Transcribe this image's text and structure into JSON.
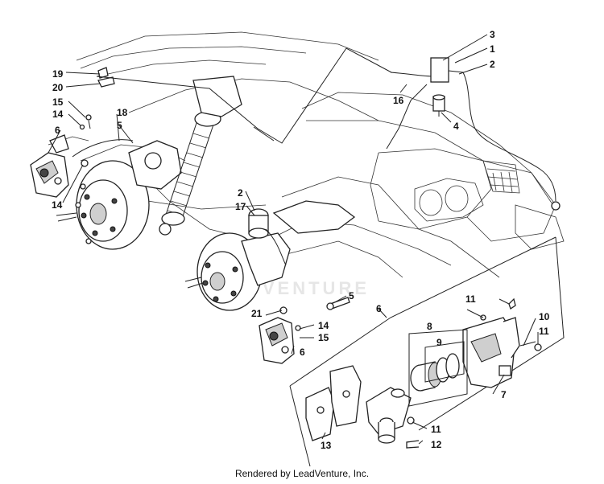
{
  "credit": "Rendered by LeadVenture, Inc.",
  "watermark": "LEADVENTURE",
  "callouts": [
    {
      "id": "c3",
      "text": "3"
    },
    {
      "id": "c1",
      "text": "1"
    },
    {
      "id": "c2a",
      "text": "2"
    },
    {
      "id": "c19",
      "text": "19"
    },
    {
      "id": "c20",
      "text": "20"
    },
    {
      "id": "c16",
      "text": "16"
    },
    {
      "id": "c15a",
      "text": "15"
    },
    {
      "id": "c18",
      "text": "18"
    },
    {
      "id": "c14a",
      "text": "14"
    },
    {
      "id": "c5a",
      "text": "5"
    },
    {
      "id": "c6a",
      "text": "6"
    },
    {
      "id": "c4",
      "text": "4"
    },
    {
      "id": "c14b",
      "text": "14"
    },
    {
      "id": "c2b",
      "text": "2"
    },
    {
      "id": "c17",
      "text": "17"
    },
    {
      "id": "c5b",
      "text": "5"
    },
    {
      "id": "c6b",
      "text": "6"
    },
    {
      "id": "c21",
      "text": "21"
    },
    {
      "id": "c11a",
      "text": "11"
    },
    {
      "id": "c10",
      "text": "10"
    },
    {
      "id": "c11b",
      "text": "11"
    },
    {
      "id": "c14c",
      "text": "14"
    },
    {
      "id": "c15b",
      "text": "15"
    },
    {
      "id": "c8",
      "text": "8"
    },
    {
      "id": "c9",
      "text": "9"
    },
    {
      "id": "c6c",
      "text": "6"
    },
    {
      "id": "c7",
      "text": "7"
    },
    {
      "id": "c11c",
      "text": "11"
    },
    {
      "id": "c13",
      "text": "13"
    },
    {
      "id": "c12",
      "text": "12"
    }
  ]
}
